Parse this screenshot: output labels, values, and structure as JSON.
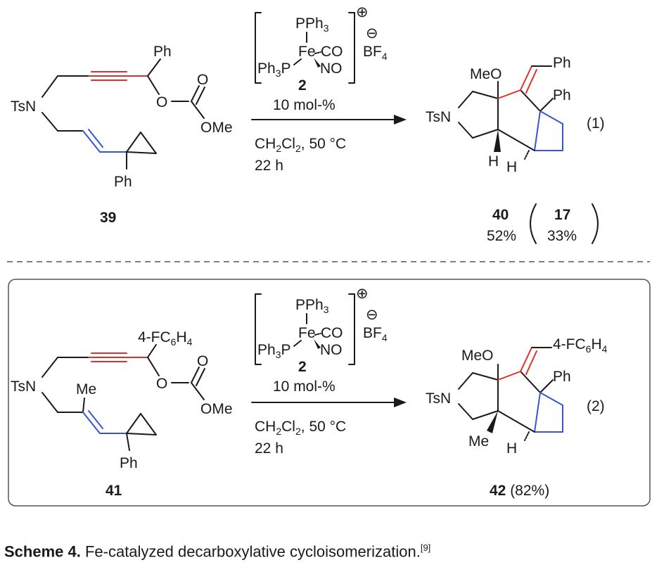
{
  "colors": {
    "ink": "#1a1a1a",
    "new_bond": "#e0302a",
    "alkene_bond": "#3a54d6"
  },
  "catalyst": {
    "label": "2",
    "ligand_top": "PPh",
    "ligand_top_sub": "3",
    "ligand_left": "Ph",
    "ligand_left_sub": "3",
    "ligand_left_tail": "P",
    "metal": "Fe",
    "co": "CO",
    "no": "NO",
    "counterion": "BF",
    "counterion_sub": "4",
    "charge_plus": "⊕",
    "charge_minus": "⊖"
  },
  "reaction1": {
    "number": "(1)",
    "loading": "10 mol-%",
    "solvent": "CH",
    "solvent_sub": "2",
    "solvent_mid": "Cl",
    "solvent_sub2": "2",
    "conditions": ", 50 °C",
    "time": "22 h",
    "substrate": {
      "id": "39",
      "ts": "TsN",
      "ph_top": "Ph",
      "ph_bottom": "Ph",
      "ome": "OMe",
      "o1": "O",
      "o2": "O"
    },
    "product": {
      "id": "40",
      "yield": "52%",
      "ts": "TsN",
      "meo": "MeO",
      "ph1": "Ph",
      "ph2": "Ph",
      "h1": "H",
      "h2": "H"
    },
    "side_product": {
      "id": "17",
      "yield": "33%"
    }
  },
  "reaction2": {
    "number": "(2)",
    "loading": "10 mol-%",
    "solvent": "CH",
    "solvent_sub": "2",
    "solvent_mid": "Cl",
    "solvent_sub2": "2",
    "conditions": ", 50 °C",
    "time": "22 h",
    "substrate": {
      "id": "41",
      "ts": "TsN",
      "aryl": "4-FC",
      "aryl_sub1": "6",
      "aryl_mid": "H",
      "aryl_sub2": "4",
      "me": "Me",
      "ph": "Ph",
      "ome": "OMe",
      "o1": "O",
      "o2": "O"
    },
    "product": {
      "id": "42",
      "yield": " (82%)",
      "ts": "TsN",
      "meo": "MeO",
      "aryl": "4-FC",
      "aryl_sub1": "6",
      "aryl_mid": "H",
      "aryl_sub2": "4",
      "ph": "Ph",
      "me": "Me",
      "h": "H"
    }
  },
  "caption": {
    "label": "Scheme 4.",
    "text": " Fe-catalyzed decarboxylative cycloisomerization.",
    "ref": "[9]"
  }
}
